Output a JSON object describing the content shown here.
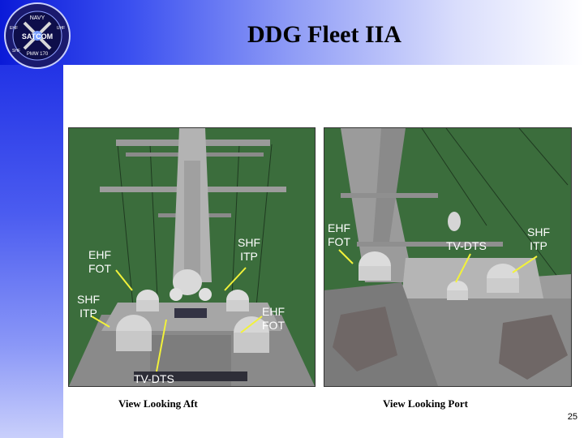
{
  "logo": {
    "top_text": "NAVY",
    "main_text": "SATCOM",
    "bottom_text": "PMW 170",
    "ring_left": "EHF",
    "ring_right": "UHF",
    "ring_bottom_left": "SHF"
  },
  "title": "DDG Fleet IIA",
  "aft_view": {
    "caption": "View Looking Aft",
    "labels": {
      "ehf_left": [
        "EHF",
        "FOT"
      ],
      "shf_left": [
        "SHF",
        "ITP"
      ],
      "shf_right": [
        "SHF",
        "ITP"
      ],
      "ehf_right": [
        "EHF",
        "FOT"
      ],
      "tvdts": "TV-DTS"
    }
  },
  "port_view": {
    "caption": "View Looking Port",
    "labels": {
      "ehf": [
        "EHF",
        "FOT"
      ],
      "tvdts": "TV-DTS",
      "shf": [
        "SHF",
        "ITP"
      ]
    }
  },
  "page_number": "25",
  "colors": {
    "panel_background": "#3b6d3c",
    "callout_line": "#f2f23a",
    "header_blue": "#0a1ad8"
  }
}
